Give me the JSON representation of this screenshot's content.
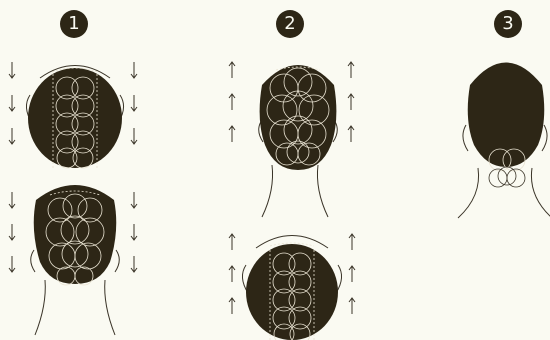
{
  "colors": {
    "background": "#fafaf2",
    "hair": "#2d2616",
    "outline": "#3a3428",
    "pattern_lines": "#e9e3d2"
  },
  "steps": [
    {
      "number": "1",
      "panels": [
        "top-view-arrows-down",
        "back-view-arrows-down"
      ]
    },
    {
      "number": "2",
      "panels": [
        "back-view-arrows-up",
        "top-view-arrows-up"
      ]
    },
    {
      "number": "3",
      "panels": [
        "back-view-bun"
      ]
    }
  ],
  "icons": {
    "step_badge": "circled-number",
    "arrow_down": "arrow-down-icon",
    "arrow_up": "arrow-up-icon"
  }
}
